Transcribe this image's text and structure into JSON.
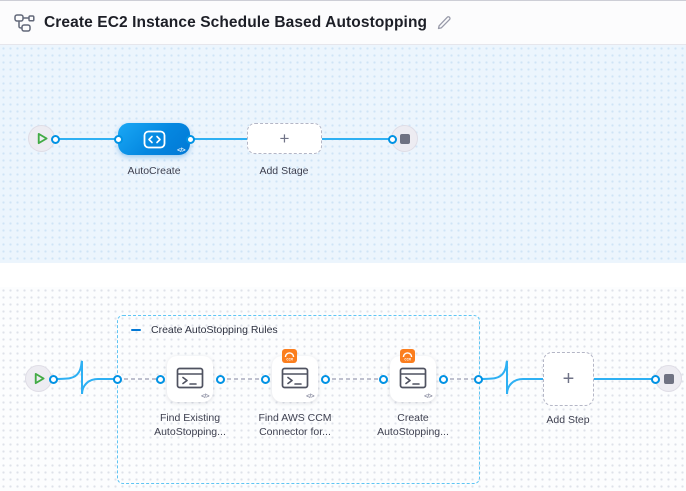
{
  "header": {
    "title": "Create EC2 Instance Schedule Based Autostopping"
  },
  "top_canvas": {
    "stage_label": "AutoCreate",
    "add_stage_label": "Add Stage",
    "plus": "+",
    "code_glyph": "</>"
  },
  "bottom_canvas": {
    "group_label": "Create AutoStopping Rules",
    "steps": [
      {
        "line1": "Find Existing",
        "line2": "AutoStopping..."
      },
      {
        "line1": "Find AWS CCM",
        "line2": "Connector for..."
      },
      {
        "line1": "Create",
        "line2": "AutoStopping..."
      }
    ],
    "add_step_label": "Add Step",
    "plus": "+",
    "code_glyph": "</>"
  },
  "icons": {
    "header_left": "pipeline-icon",
    "header_right": "edit-pencil-icon",
    "start_node": "play-icon",
    "end_node": "stop-icon",
    "stage": "custom-code-icon",
    "step": "terminal-icon",
    "step_badge": "ccm-gauge-icon",
    "group_toggle": "collapse-minus-icon"
  },
  "colors": {
    "accent_blue": "#0092e4",
    "wire_blue": "#2eb0f3",
    "group_border_blue": "#5fc5f4",
    "stage_gradient_start": "#1aa8f5",
    "stage_gradient_end": "#0278d5",
    "badge_orange": "#fb7e1e",
    "play_green": "#42ab45",
    "canvas_top_bg": "#ecf5fd",
    "canvas_bottom_bg": "#fcfdfe"
  }
}
